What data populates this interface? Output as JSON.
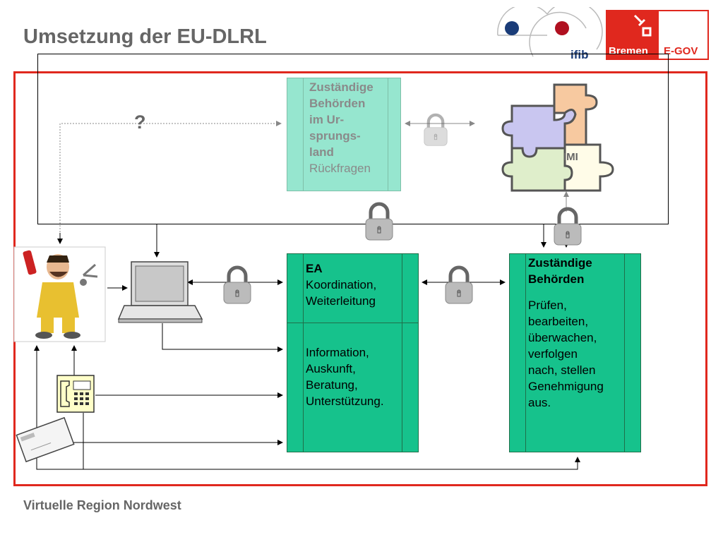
{
  "title": "Umsetzung der EU-DLRL",
  "footer": "Virtuelle Region Nordwest",
  "logos": {
    "ifib": "ifib",
    "bremen": "Bremen",
    "egov": "E-GOV"
  },
  "question_mark": "?",
  "origin_box": {
    "lines": [
      "Zuständige",
      "Behörden",
      "im Ur-",
      "sprungs-",
      "land"
    ],
    "sub": "Rückfragen"
  },
  "imi_label": "IMI",
  "ea_box": {
    "heading": "EA",
    "top_lines": [
      "Koordination,",
      "Weiterleitung"
    ],
    "bottom_lines": [
      "Information,",
      "Auskunft,",
      "Beratung,",
      "Unterstützung."
    ]
  },
  "authority_box": {
    "heading_lines": [
      "Zuständige",
      "Behörden"
    ],
    "lines": [
      "Prüfen,",
      "bearbeiten,",
      "überwachen,",
      "verfolgen",
      "nach, stellen",
      "Genehmigung",
      "aus."
    ]
  },
  "icons": [
    "padlock-icon",
    "laptop-icon",
    "telephone-icon",
    "envelope-icon",
    "puzzle-icon",
    "person-illustration"
  ],
  "colors": {
    "accent_red": "#e0281e",
    "box_green": "#16c28c",
    "box_green_light": "#96e6cf",
    "title_gray": "#666666"
  }
}
